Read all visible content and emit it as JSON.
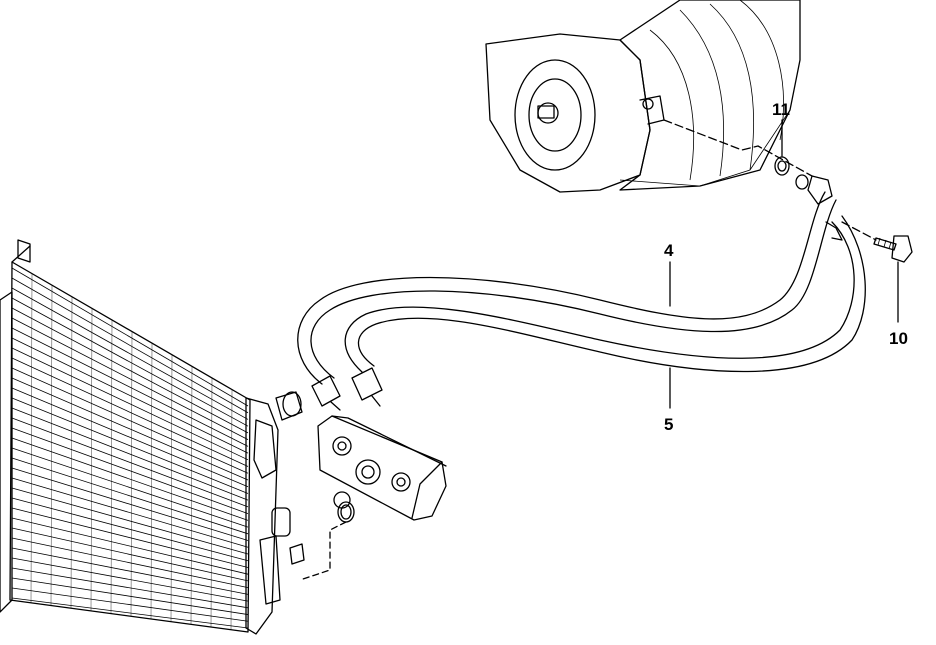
{
  "callouts": {
    "c4": "4",
    "c5": "5",
    "c10": "10",
    "c11": "11"
  }
}
